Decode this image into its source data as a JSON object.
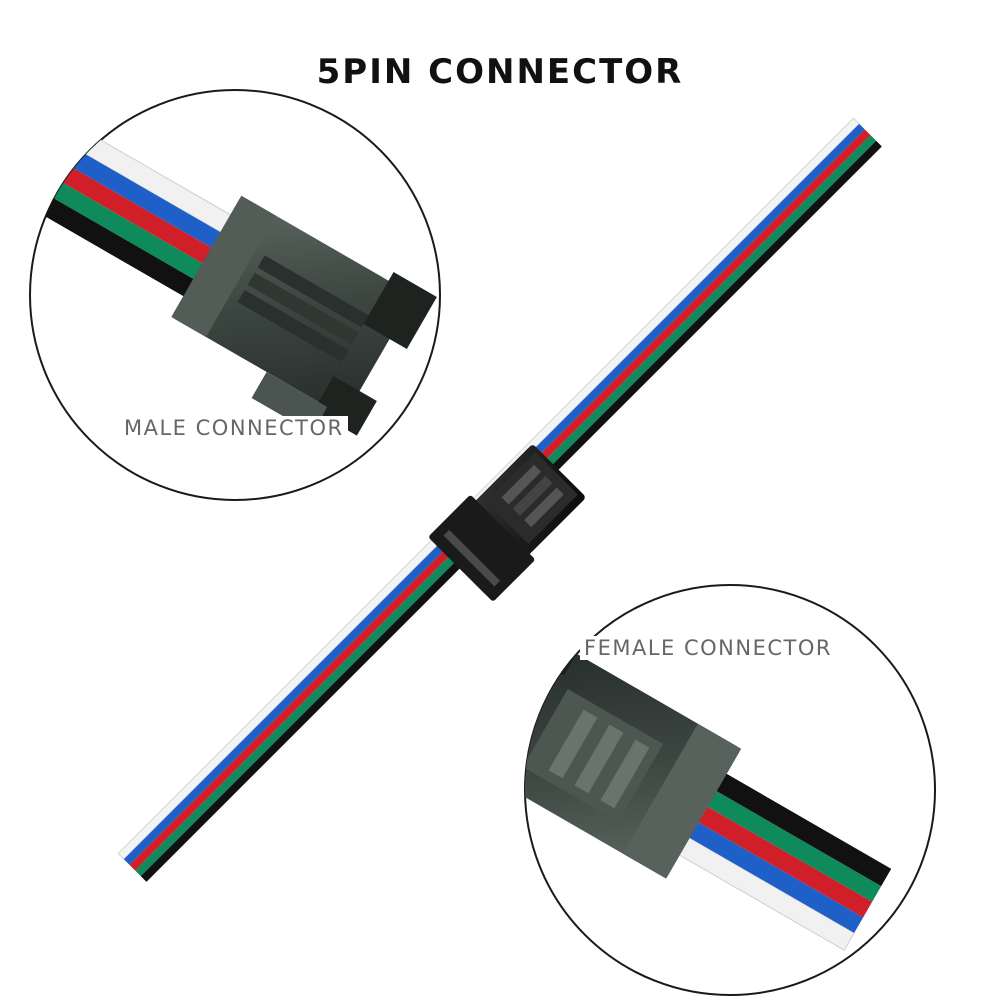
{
  "title": "5PIN CONNECTOR",
  "callouts": {
    "male_label": "MALE CONNECTOR",
    "female_label": "FEMALE CONNECTOR"
  },
  "wire_colors": {
    "white": "#f2f2f2",
    "blue": "#1f5fc8",
    "red": "#d11f2a",
    "green": "#0f8a5a",
    "black": "#111111"
  },
  "connector_color": "#3f4a45"
}
